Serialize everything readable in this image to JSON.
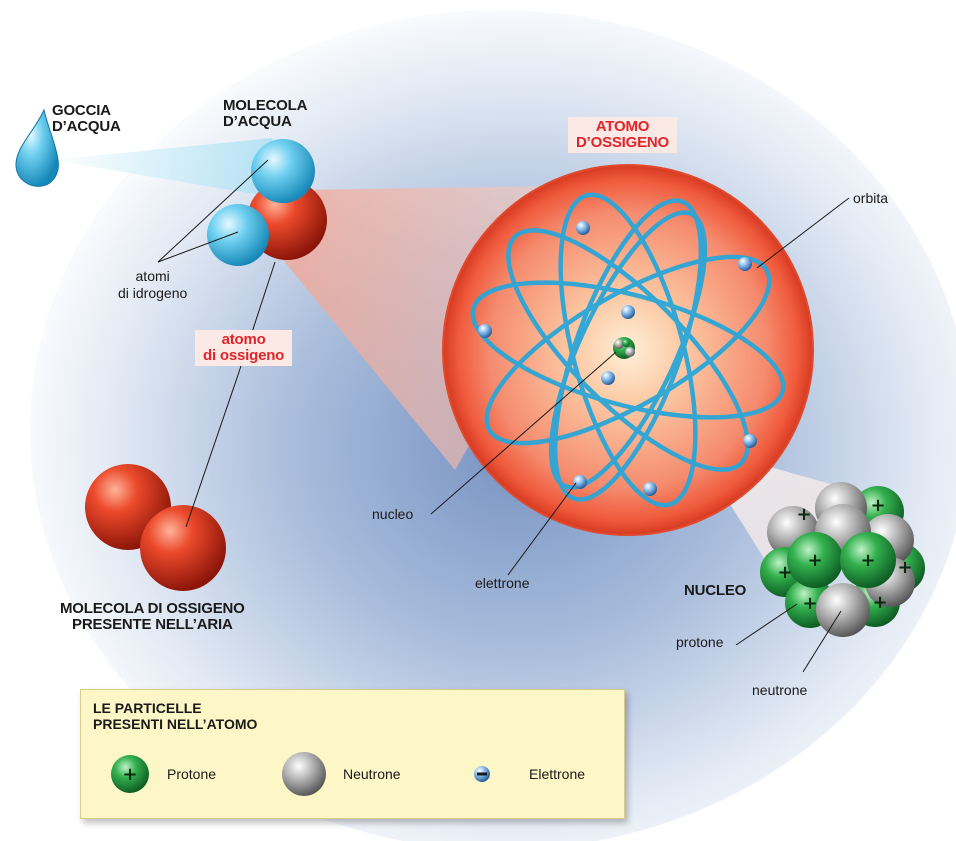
{
  "labels": {
    "goccia": "GOCCIA\nD’ACQUA",
    "molecola_acqua": "MOLECOLA\nD’ACQUA",
    "atomi_idrogeno": "atomi\ndi idrogeno",
    "atomo_ossigeno_small": "atomo\ndi ossigeno",
    "atomo_ossigeno_big": "ATOMO\nD’OSSIGENO",
    "orbita": "orbita",
    "nucleo": "nucleo",
    "elettrone": "elettrone",
    "nucleo_title": "NUCLEO",
    "protone": "protone",
    "neutrone": "neutrone",
    "molecola_ossigeno": "MOLECOLA DI OSSIGENO\nPRESENTE NELL’ARIA"
  },
  "legend": {
    "title": "LE PARTICELLE\nPRESENTI NELL’ATOMO",
    "items": [
      {
        "label": "Protone",
        "symbol": "+",
        "color": "#1f9a3c"
      },
      {
        "label": "Neutrone",
        "symbol": "",
        "color": "#8e8e8e"
      },
      {
        "label": "Elettrone",
        "symbol": "–",
        "color": "#2e7fc0"
      }
    ]
  },
  "colors": {
    "hydrogen": "#35b2dc",
    "oxygen": "#d8321e",
    "orbit": "#2aa6d8",
    "proton": "#1f9a3c",
    "neutron": "#9a9a9a",
    "accent_red": "#e0262a",
    "legend_bg": "#fdf6c6"
  }
}
